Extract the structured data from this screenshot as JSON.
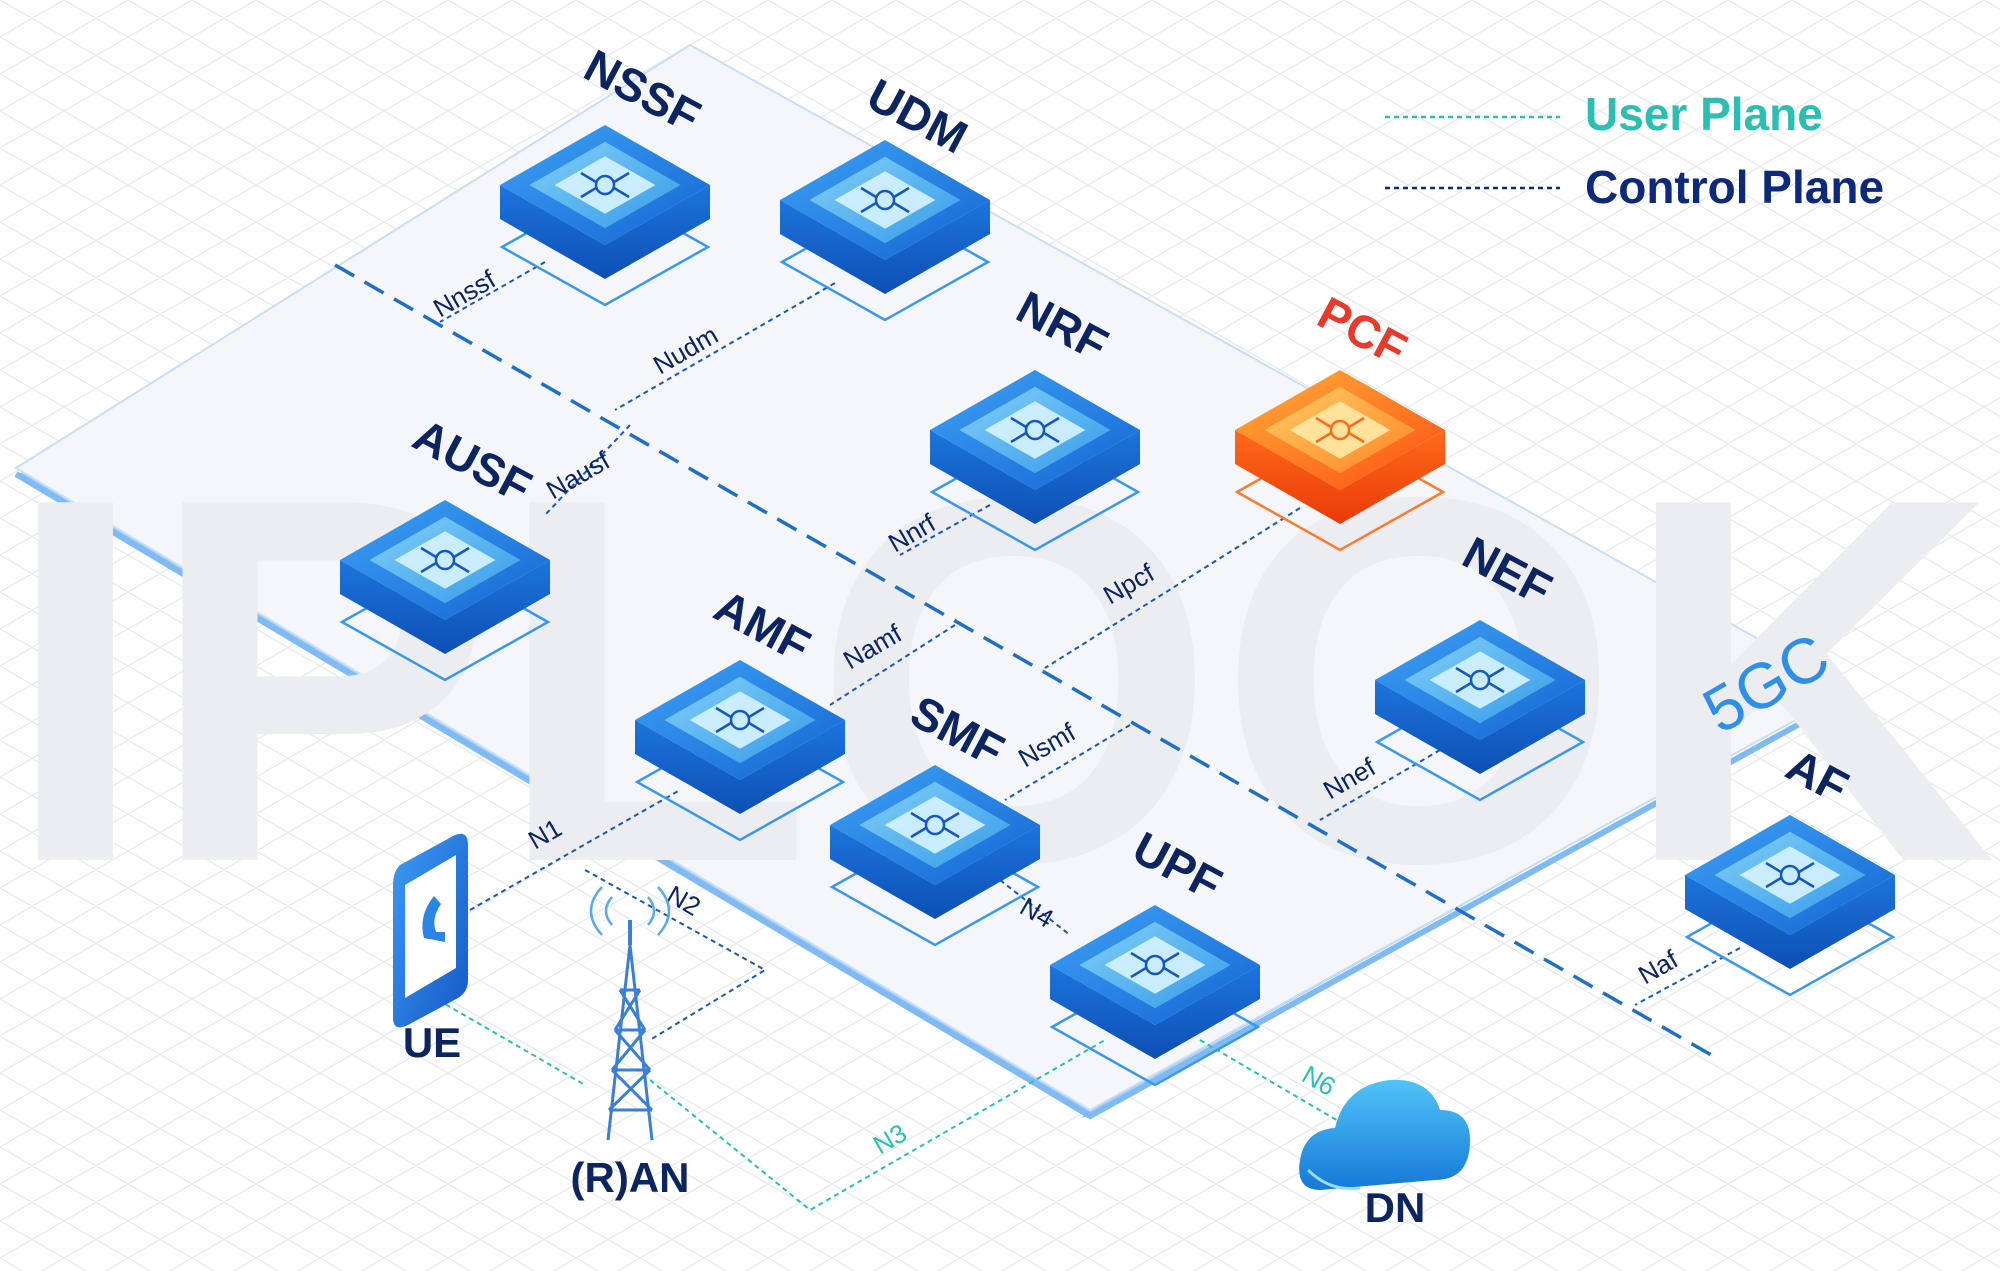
{
  "legend": {
    "user_plane": "User Plane",
    "control_plane": "Control Plane"
  },
  "core_label": "5GC",
  "watermark": "IPLOOK",
  "nodes": {
    "nssf": "NSSF",
    "udm": "UDM",
    "nrf": "NRF",
    "pcf": "PCF",
    "ausf": "AUSF",
    "amf": "AMF",
    "smf": "SMF",
    "nef": "NEF",
    "upf": "UPF",
    "af": "AF",
    "ue": "UE",
    "ran": "(R)AN",
    "dn": "DN"
  },
  "interfaces": {
    "nnssf": "Nnssf",
    "nudm": "Nudm",
    "nausf": "Nausf",
    "nnrf": "Nnrf",
    "npcf": "Npcf",
    "namf": "Namf",
    "nsmf": "Nsmf",
    "nnef": "Nnef",
    "naf": "Naf",
    "n1": "N1",
    "n2": "N2",
    "n3": "N3",
    "n4": "N4",
    "n6": "N6"
  },
  "colors": {
    "user_plane": "#2bbfb0",
    "control_plane": "#0d2a7a",
    "node_blue": "#1b7fe0",
    "node_highlight": "#ff6a1a",
    "pcf_label": "#e8392a",
    "label_dark": "#0c2460",
    "platform": "#f4f6f9",
    "platform_edge": "#8ec3f5",
    "bus_line": "#1f6fc4"
  }
}
